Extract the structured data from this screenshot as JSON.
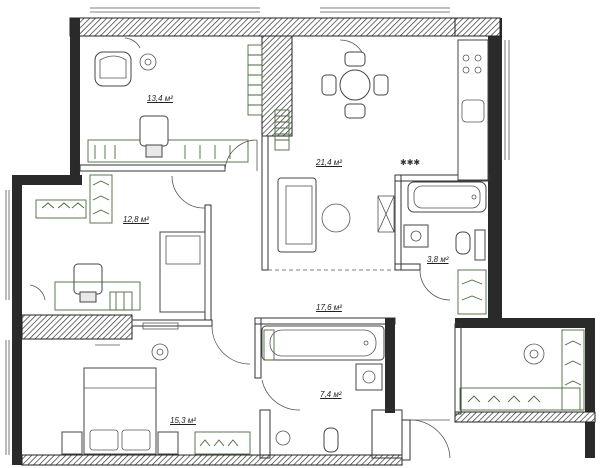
{
  "rooms": [
    {
      "id": "bedroom-top",
      "area": "13,4 м²"
    },
    {
      "id": "living-kitchen",
      "area": "21,4 м²"
    },
    {
      "id": "bedroom-middle",
      "area": "12,8 м²"
    },
    {
      "id": "bathroom-small",
      "area": "3,8 м²"
    },
    {
      "id": "hallway",
      "area": "17,6 м²"
    },
    {
      "id": "bedroom-bottom",
      "area": "15,3 м²"
    },
    {
      "id": "bathroom-large",
      "area": "7,4 м²"
    }
  ],
  "colors": {
    "wall": "#2a2a2a",
    "fixture": "#444444",
    "accent_green": "#4a6a3a"
  }
}
